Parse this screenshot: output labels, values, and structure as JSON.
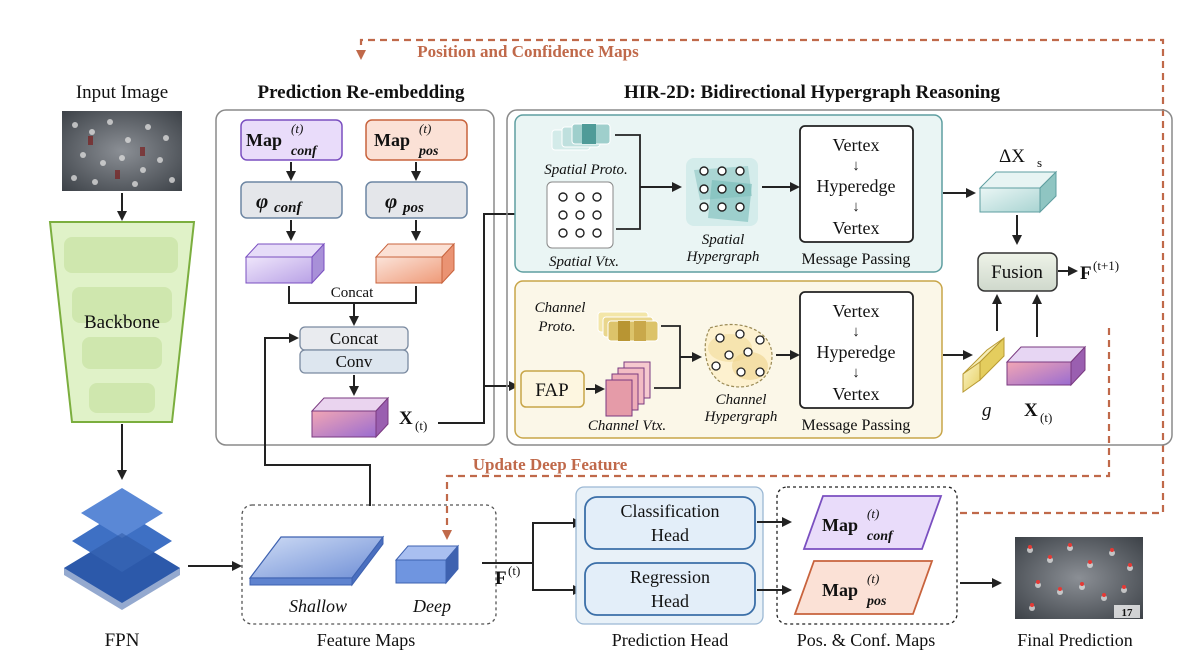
{
  "feedback": {
    "position_confidence": "Position and Confidence Maps",
    "update_deep": "Update Deep Feature"
  },
  "input": {
    "label": "Input Image"
  },
  "backbone": {
    "label": "Backbone"
  },
  "fpn": {
    "label": "FPN"
  },
  "reembed": {
    "title": "Prediction Re-embedding",
    "map_word": "Map",
    "sup_t": "(t)",
    "sub_conf": "conf",
    "sub_pos": "pos",
    "phi": "φ",
    "concat_small": "Concat",
    "concat": "Concat",
    "conv": "Conv",
    "x_main": "X",
    "x_sub": "(t)"
  },
  "hir": {
    "title": "HIR-2D: Bidirectional Hypergraph Reasoning",
    "spatial_proto": "Spatial Proto.",
    "spatial_vtx": "Spatial Vtx.",
    "spatial_hg_1": "Spatial",
    "spatial_hg_2": "Hypergraph",
    "channel_proto_1": "Channel",
    "channel_proto_2": "Proto.",
    "fap": "FAP",
    "channel_vtx": "Channel Vtx.",
    "channel_hg_1": "Channel",
    "channel_hg_2": "Hypergraph",
    "vertex": "Vertex",
    "hyperedge": "Hyperedge",
    "arrow_down": "↓",
    "message_passing": "Message Passing",
    "delta_x": "ΔX",
    "delta_sub": "s",
    "fusion": "Fusion",
    "f_next": "F",
    "f_next_sup": "(t+1)",
    "g": "g",
    "x_main": "X",
    "x_sub": "(t)"
  },
  "features": {
    "shallow": "Shallow",
    "deep": "Deep",
    "caption": "Feature Maps",
    "f_t": "F",
    "f_t_sup": "(t)"
  },
  "head": {
    "cls_1": "Classification",
    "cls_2": "Head",
    "reg_1": "Regression",
    "reg_2": "Head",
    "caption": "Prediction Head"
  },
  "maps": {
    "caption": "Pos. & Conf. Maps"
  },
  "final": {
    "caption": "Final Prediction",
    "counter": "17"
  },
  "colors": {
    "feedback": "#c0694a",
    "purple_fill": "#e9dcfa",
    "purple_stroke": "#7a4fc0",
    "orange_fill": "#fbe1d6",
    "orange_stroke": "#c8633d",
    "teal_fill": "#eaf5f4",
    "teal_stroke": "#5e9ea0",
    "yellow_fill": "#fbf7e8",
    "yellow_stroke": "#c8a548",
    "head_fill": "#e3eef9",
    "head_stroke": "#3b6fa8",
    "backbone_fill": "#e0f2c8",
    "backbone_stroke": "#7bae3e",
    "fpn_blue": "#3e70c4"
  }
}
